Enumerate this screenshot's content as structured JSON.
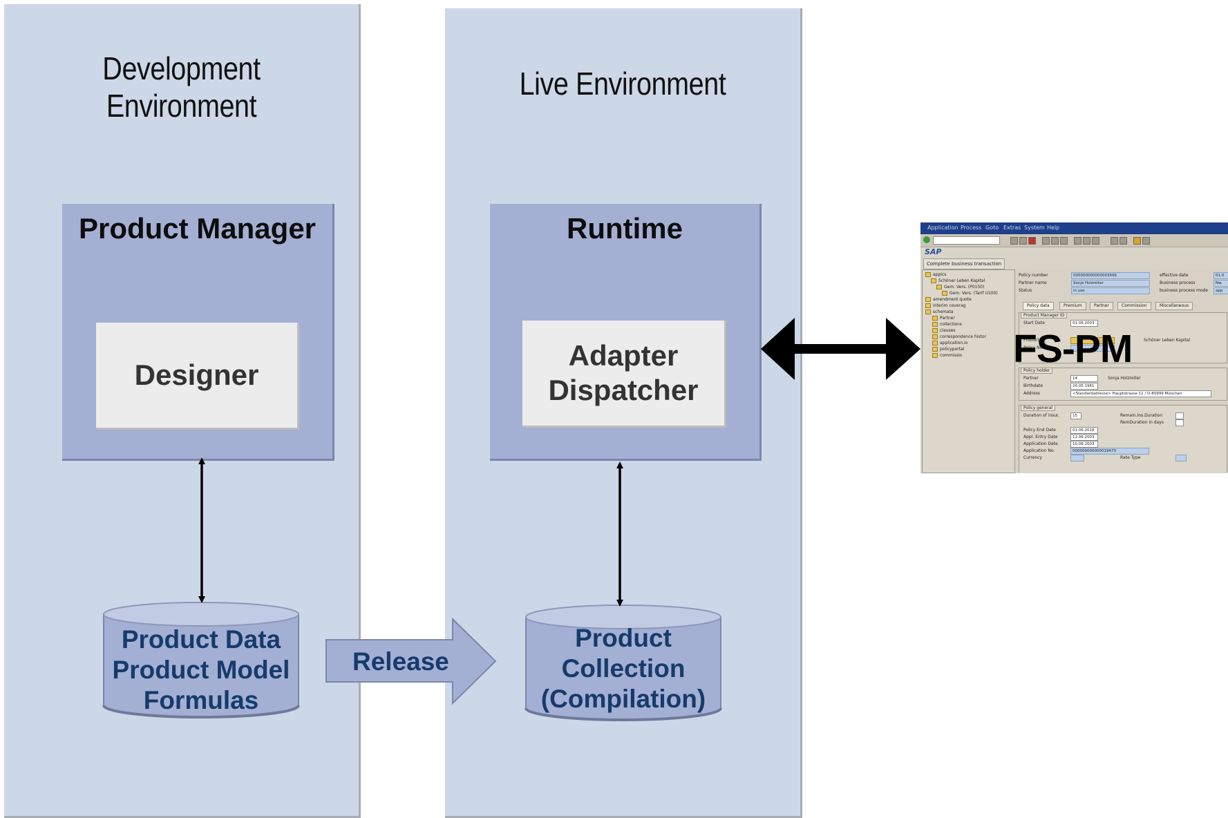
{
  "environments": {
    "development": "Development Environment",
    "live": "Live Environment"
  },
  "modules": {
    "product_manager": "Product Manager",
    "runtime": "Runtime"
  },
  "components": {
    "designer": "Designer",
    "adapter_dispatcher": [
      "Adapter",
      "Dispatcher"
    ]
  },
  "databases": {
    "product_data": [
      "Product Data",
      "Product Model",
      "Formulas"
    ],
    "product_collection": [
      "Product",
      "Collection",
      "(Compilation)"
    ]
  },
  "release_label": "Release",
  "external_system": {
    "label": "FS-PM",
    "screenshot": {
      "menu": [
        "Application",
        "Process",
        "Goto",
        "Extras",
        "System",
        "Help"
      ],
      "sap_logo": "SAP",
      "complete_button": "Complete business transaction",
      "tree": [
        "appics",
        "Schöner Leben Kapital",
        "Gem. Vers. (P0150)",
        "Gem. Vers. (Tarif U100)",
        "amendment quote",
        "interim coverag",
        "schemata",
        "Partner",
        "collections",
        "clauses",
        "correspondence histor",
        "application.io",
        "policyportal",
        "commissio"
      ],
      "header_fields": [
        {
          "label": "Policy number",
          "value": "000000000000003506"
        },
        {
          "label": "Partner name",
          "value": "Sonja Holzreiter"
        },
        {
          "label": "Status",
          "value": "in use"
        }
      ],
      "header_right": [
        "effective date",
        "Business process",
        "business process mode"
      ],
      "header_right_values": [
        "01.0",
        "Nw.",
        "app"
      ],
      "tabs": [
        "Policy data",
        "Premium",
        "Partner",
        "Commission",
        "Miscellaneous"
      ],
      "pm_group": {
        "title": "Product Manager ID",
        "rows": [
          {
            "label": "Start Date",
            "value": "01.06.2003"
          },
          {
            "label": "Product",
            "value": ""
          },
          {
            "label": "Policy No",
            "value": ""
          }
        ],
        "product_name": "Schöner Leben Kapital"
      },
      "holder_group": {
        "title": "Policy holder",
        "rows": [
          {
            "label": "Partner",
            "value": "14"
          },
          {
            "label": "Birthdate",
            "value": "20.05.1981"
          },
          {
            "label": "Address",
            "value": "<Standardadresse> Hauptstrasse 11 / D-80999 München"
          }
        ],
        "partner_name": "Sonja Holzreiter"
      },
      "general_group": {
        "title": "Policy general",
        "rows": [
          {
            "label": "Duration of insur.",
            "value": "15"
          },
          {
            "label": "Policy End Date",
            "value": "01.06.2018"
          },
          {
            "label": "Appl. Entry Date",
            "value": "12.06.2003"
          },
          {
            "label": "Application Date",
            "value": "10.06.2003"
          },
          {
            "label": "Application No.",
            "value": "000000000000019473"
          },
          {
            "label": "Currency",
            "value": ""
          }
        ],
        "right_labels": [
          "Remain.Ins.Duration",
          "RemDuration in days",
          "Rate Type"
        ]
      }
    }
  },
  "colors": {
    "environment_bg": "#ccd8e7",
    "module_bg": "#a4afd4",
    "component_bg": "#ececec",
    "database_bg": "#a4afd4",
    "text_blue": "#163b6b"
  }
}
